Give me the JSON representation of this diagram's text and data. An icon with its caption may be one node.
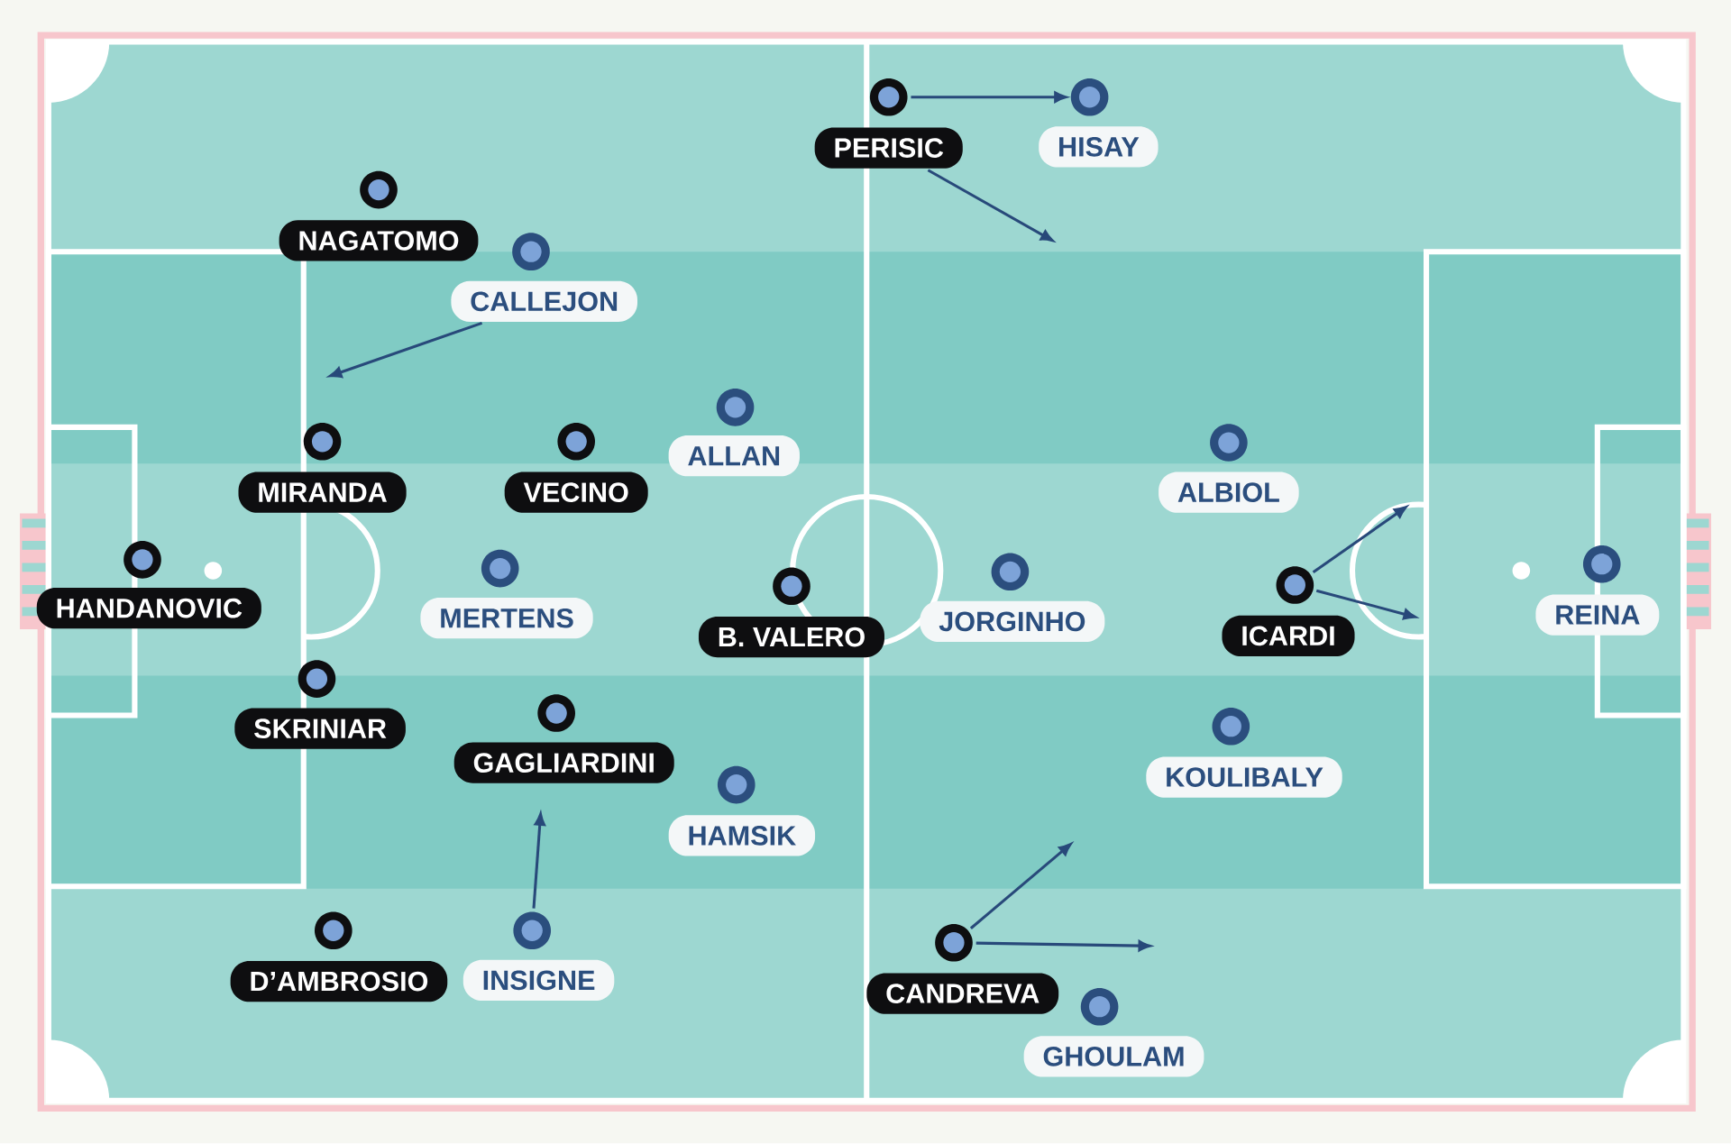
{
  "diagram": {
    "nodes": [
      {
        "text": [
          "PERISIC"
        ]
      },
      {
        "text": [
          "HISAY"
        ]
      },
      {
        "text": [
          "NAGATOMO"
        ]
      },
      {
        "text": [
          "CALLEJON"
        ]
      },
      {
        "text": [
          "ALLAN"
        ]
      },
      {
        "text": [
          "MIRANDA"
        ]
      },
      {
        "text": [
          "VECINO"
        ]
      },
      {
        "text": [
          "ALBIOL"
        ]
      },
      {
        "text": [
          "HANDANOVIC"
        ]
      },
      {
        "text": [
          "REINA"
        ]
      },
      {
        "text": [
          "MERTENS"
        ]
      },
      {
        "text": [
          "JORGINHO"
        ]
      },
      {
        "text": [
          "B. VALERO"
        ]
      },
      {
        "text": [
          "ICARDI"
        ]
      },
      {
        "text": [
          "SKRINIAR"
        ]
      },
      {
        "text": [
          "GAGLIARDINI"
        ]
      },
      {
        "text": [
          "KOULIBALY"
        ]
      },
      {
        "text": [
          "HAMSIK"
        ]
      },
      {
        "text": [
          "INSIGNE"
        ]
      },
      {
        "text": [
          "D’AMBROSIO"
        ]
      },
      {
        "text": [
          "CANDREVA"
        ]
      },
      {
        "text": [
          "GHOULAM"
        ]
      },
      {
        "text": [],
        "shape": "circle"
      },
      {
        "text": [],
        "shape": "circle"
      },
      {
        "text": [],
        "shape": "circle"
      },
      {
        "text": [],
        "shape": "circle"
      },
      {
        "text": [],
        "shape": "circle"
      },
      {
        "text": [],
        "shape": "circle"
      },
      {
        "text": [],
        "shape": "circle"
      },
      {
        "text": [],
        "shape": "circle"
      },
      {
        "text": [],
        "shape": "circle"
      },
      {
        "text": [],
        "shape": "circle"
      },
      {
        "text": [],
        "shape": "circle"
      },
      {
        "text": [],
        "shape": "circle"
      },
      {
        "text": [],
        "shape": "circle"
      },
      {
        "text": [],
        "shape": "circle"
      },
      {
        "text": [],
        "shape": "circle"
      },
      {
        "text": [],
        "shape": "circle"
      },
      {
        "text": [],
        "shape": "circle"
      },
      {
        "text": [],
        "shape": "circle"
      },
      {
        "text": [],
        "shape": "circle"
      },
      {
        "text": [],
        "shape": "circle"
      },
      {
        "text": [],
        "shape": "circle"
      },
      {
        "text": [],
        "shape": "circle"
      }
    ],
    "edges": [
      {
        "from": 22,
        "to": 23,
        "arrow": "to"
      },
      {
        "from": 0,
        "to": null,
        "arrow": "to"
      },
      {
        "from": 3,
        "to": null,
        "arrow": "to"
      },
      {
        "from": 40,
        "to": null,
        "arrow": "to"
      },
      {
        "from": 35,
        "to": null,
        "arrow": "to"
      },
      {
        "from": 35,
        "to": null,
        "arrow": "to"
      },
      {
        "from": 42,
        "to": null,
        "arrow": "to"
      },
      {
        "from": 42,
        "to": null,
        "arrow": "to"
      }
    ]
  }
}
